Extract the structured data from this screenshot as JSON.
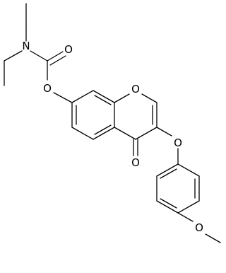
{
  "molecule": {
    "atom_labels": {
      "n_carbamate": "N",
      "o_carbonyl_carbamate": "O",
      "o_ester": "O",
      "o_ring": "O",
      "o_ketone": "O",
      "o_aryl_ether": "O",
      "o_methoxy": "O"
    }
  },
  "colors": {
    "bond": "#000000",
    "label": "#000000",
    "background": "#ffffff"
  }
}
